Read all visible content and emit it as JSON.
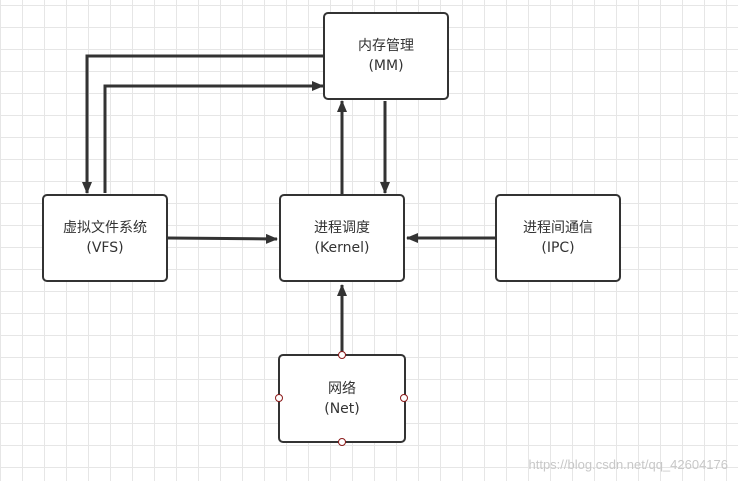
{
  "nodes": {
    "mm": {
      "title": "内存管理",
      "sub": "(MM)"
    },
    "vfs": {
      "title": "虚拟文件系统",
      "sub": "(VFS)"
    },
    "kernel": {
      "title": "进程调度",
      "sub": "(Kernel)"
    },
    "ipc": {
      "title": "进程间通信",
      "sub": "(IPC)"
    },
    "net": {
      "title": "网络",
      "sub": "(Net)"
    }
  },
  "edges": [
    {
      "from": "mm",
      "to": "vfs"
    },
    {
      "from": "vfs",
      "to": "mm"
    },
    {
      "from": "kernel",
      "to": "mm"
    },
    {
      "from": "mm",
      "to": "kernel"
    },
    {
      "from": "vfs",
      "to": "kernel"
    },
    {
      "from": "ipc",
      "to": "kernel"
    },
    {
      "from": "net",
      "to": "kernel"
    }
  ],
  "watermark": "https://blog.csdn.net/qq_42604176",
  "colors": {
    "stroke": "#333333",
    "grid": "#e6e6e6",
    "handle": "#8b1a1a"
  }
}
